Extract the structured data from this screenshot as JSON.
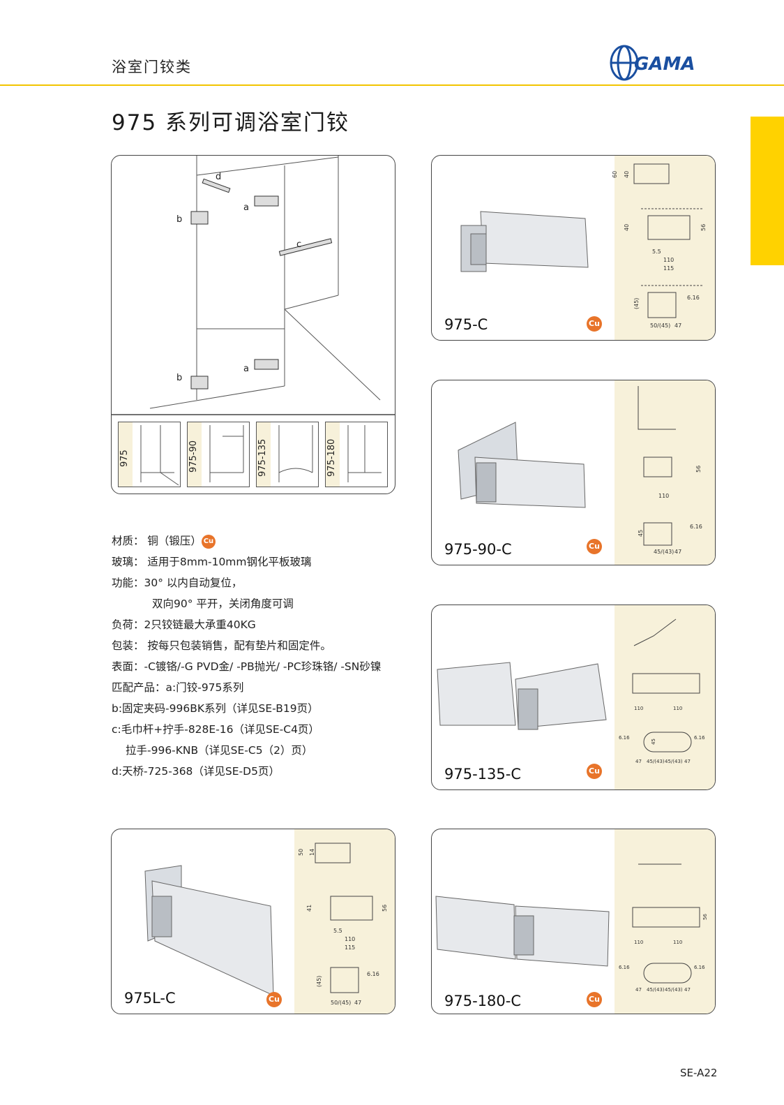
{
  "header": {
    "section": "浴室门铰类",
    "brand": "GAMA"
  },
  "page_title": "975 系列可调浴室门铰",
  "scene": {
    "labels": [
      "d",
      "a",
      "b",
      "c",
      "b",
      "a"
    ],
    "thumbnails": [
      "975",
      "975-90",
      "975-135",
      "975-180"
    ]
  },
  "specs": [
    {
      "text": "材质： 铜（锻压）",
      "cu": true
    },
    {
      "text": "玻璃： 适用于8mm-10mm钢化平板玻璃"
    },
    {
      "text": "功能：30° 以内自动复位，"
    },
    {
      "text": "双向90° 平开，关闭角度可调",
      "indent": "ind"
    },
    {
      "text": "负荷：2只铰链最大承重40KG"
    },
    {
      "text": "包装： 按每只包装销售，配有垫片和固定件。"
    },
    {
      "text": "表面：-C镀铬/-G PVD金/ -PB抛光/ -PC珍珠铬/ -SN砂镍"
    },
    {
      "text": "匹配产品：a:门铰-975系列"
    },
    {
      "text": "b:固定夹码-996BK系列（详见SE-B19页）"
    },
    {
      "text": "c:毛巾杆+拧手-828E-16（详见SE-C4页）"
    },
    {
      "text": "拉手-996-KNB（详见SE-C5（2）页）",
      "indent": "ind2"
    },
    {
      "text": "d:天桥-725-368（详见SE-D5页）"
    }
  ],
  "cu_badge": "Cu",
  "products": [
    {
      "code": "975-C",
      "dims": [
        "60",
        "40",
        "40",
        "56",
        "5.5",
        "110",
        "115",
        "(45)",
        "6.16",
        "50/(45)",
        "47"
      ]
    },
    {
      "code": "975-90-C",
      "dims": [
        "56",
        "110",
        "45",
        "6.16",
        "45/(43)",
        "47"
      ]
    },
    {
      "code": "975-135-C",
      "dims": [
        "110",
        "110",
        "6.16",
        "45",
        "6.16",
        "47",
        "45/(43)",
        "45/(43)",
        "47"
      ]
    },
    {
      "code": "975L-C",
      "dims": [
        "50",
        "14",
        "41",
        "56",
        "5.5",
        "110",
        "115",
        "(45)",
        "6.16",
        "50/(45)",
        "47"
      ]
    },
    {
      "code": "975-180-C",
      "dims": [
        "56",
        "110",
        "110",
        "6.16",
        "6.16",
        "47",
        "45/(43)",
        "45/(43)",
        "47"
      ]
    }
  ],
  "page_number": "SE-A22",
  "colors": {
    "accent_line": "#f2c400",
    "tab": "#ffd200",
    "tech_bg": "#f7f1da",
    "cu_badge": "#e8742a",
    "brand_blue": "#1a4fa0"
  }
}
